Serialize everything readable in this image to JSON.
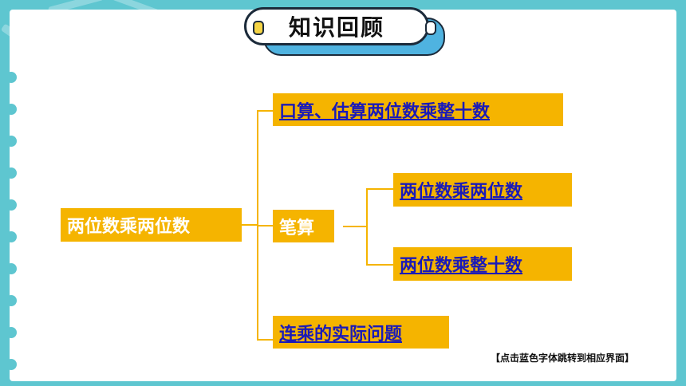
{
  "title": "知识回顾",
  "diagram": {
    "root": "两位数乘两位数",
    "branch_top": "口算、估算两位数乘整十数",
    "branch_mid": "笔算",
    "branch_mid_child_1": "两位数乘两位数",
    "branch_mid_child_2": "两位数乘整十数",
    "branch_bottom": "连乘的实际问题"
  },
  "footer_note": "【点击蓝色字体跳转到相应界面】",
  "colors": {
    "background": "#5ec6d0",
    "box_fill": "#f5b400",
    "link_text": "#1a1ab8",
    "title_border": "#1b2a3a"
  }
}
